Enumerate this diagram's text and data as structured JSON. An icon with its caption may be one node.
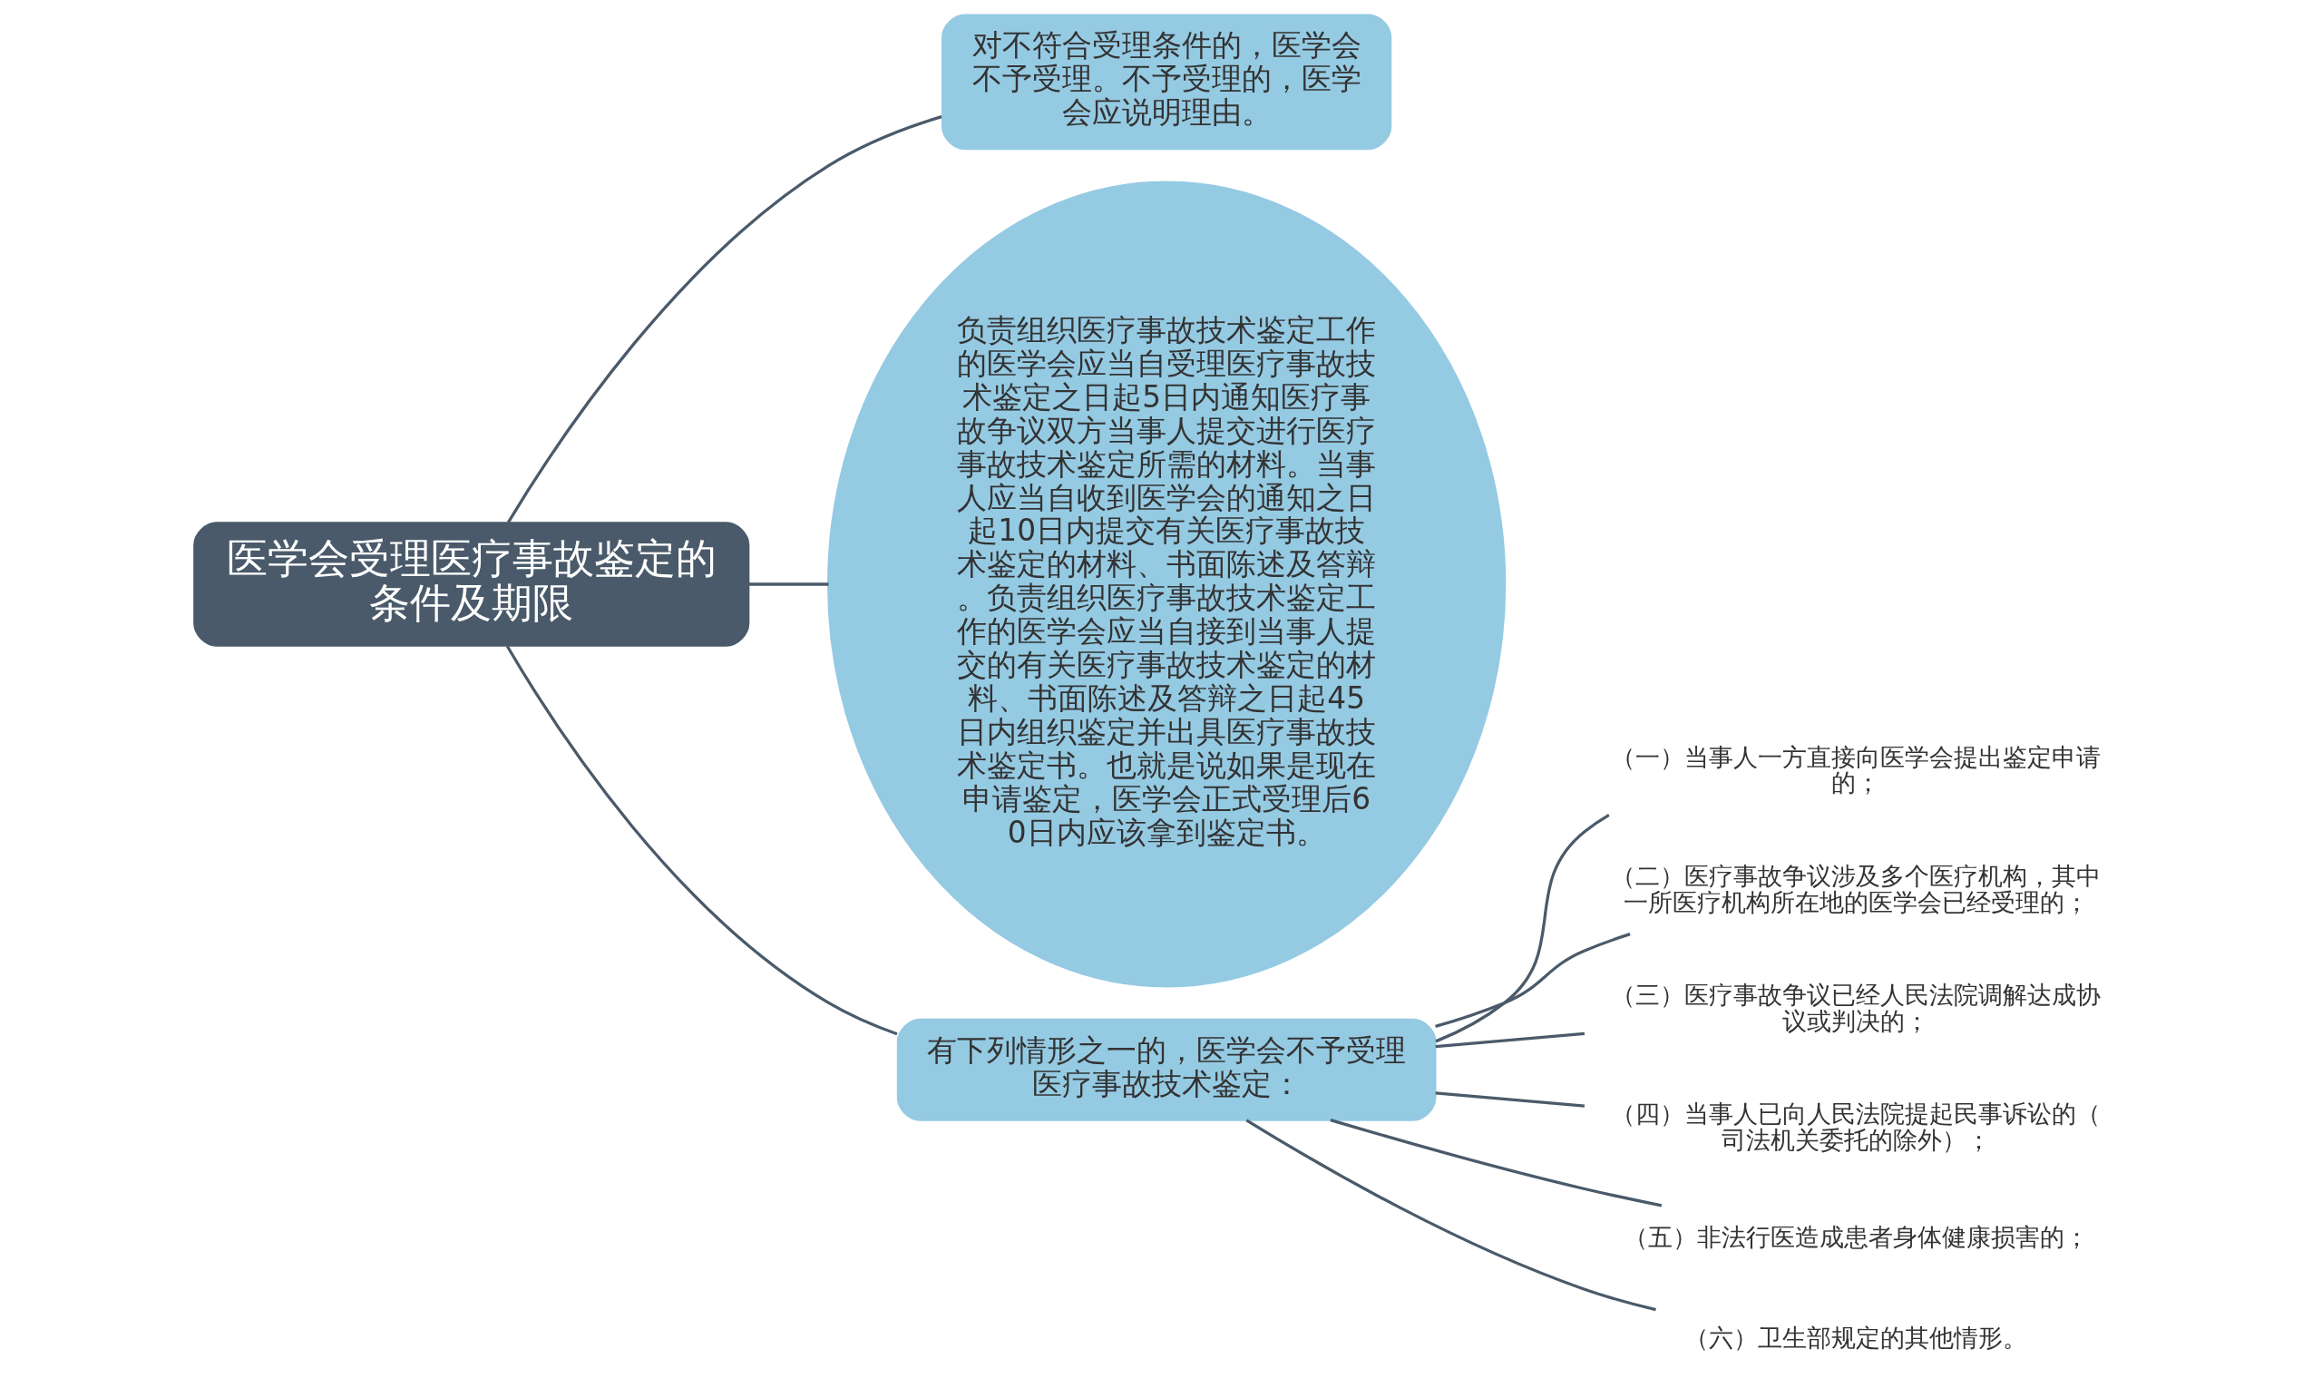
{
  "diagram": {
    "nodes": [
      {
        "text": [
          "医学会受理医疗事故鉴定的条件及期限"
        ]
      },
      {
        "text": [
          "对不符合受理条件的，医学会不予受理。不予受理的，医学会应说明理由。"
        ]
      },
      {
        "text": [
          "负责组织医疗事故技术鉴定工作的医学会应当自受理医疗事故技术鉴定之日起5日内通知医疗事故争议双方当事人提交进行医疗事故技术鉴定所需的材料。当事人应当自收到医学会的通知之日起10日内提交有关医疗事故技术鉴定的材料、书面陈述及答辩。负责组织医疗事故技术鉴定工作的医学会应当自接到当事人提交的有关医疗事故技术鉴定的材料、书面陈述及答辩之日起45日内组织鉴定并出具医疗事故技术鉴定书。也就是说如果是现在申请鉴定，医学会正式受理后60日内应该拿到鉴定书。"
        ]
      },
      {
        "text": [
          "有下列情形之一的，医学会不予受理医疗事故技术鉴定："
        ]
      },
      {
        "text": [
          "（一）当事人一方直接向医学会提出鉴定申请的；"
        ]
      },
      {
        "text": [
          "（二）医疗事故争议涉及多个医疗机构，其中一所医疗机构所在地的医学会已经受理的；"
        ]
      },
      {
        "text": [
          "（三）医疗事故争议已经人民法院调解达成协议或判决的；"
        ]
      },
      {
        "text": [
          "（四）当事人已向人民法院提起民事诉讼的（司法机关委托的除外）；"
        ]
      },
      {
        "text": [
          "（五）非法行医造成患者身体健康损害的；"
        ]
      },
      {
        "text": [
          "（六）卫生部规定的其他情形。"
        ]
      }
    ],
    "edges": [
      {
        "from": 0,
        "to": 1,
        "arrow": "none"
      },
      {
        "from": 0,
        "to": 2,
        "arrow": "none"
      },
      {
        "from": 0,
        "to": 3,
        "arrow": "none"
      },
      {
        "from": 3,
        "to": 4,
        "arrow": "none"
      },
      {
        "from": 3,
        "to": 5,
        "arrow": "none"
      },
      {
        "from": 3,
        "to": 6,
        "arrow": "none"
      },
      {
        "from": 3,
        "to": 7,
        "arrow": "none"
      },
      {
        "from": 3,
        "to": 8,
        "arrow": "none"
      },
      {
        "from": 3,
        "to": 9,
        "arrow": "none"
      }
    ]
  }
}
